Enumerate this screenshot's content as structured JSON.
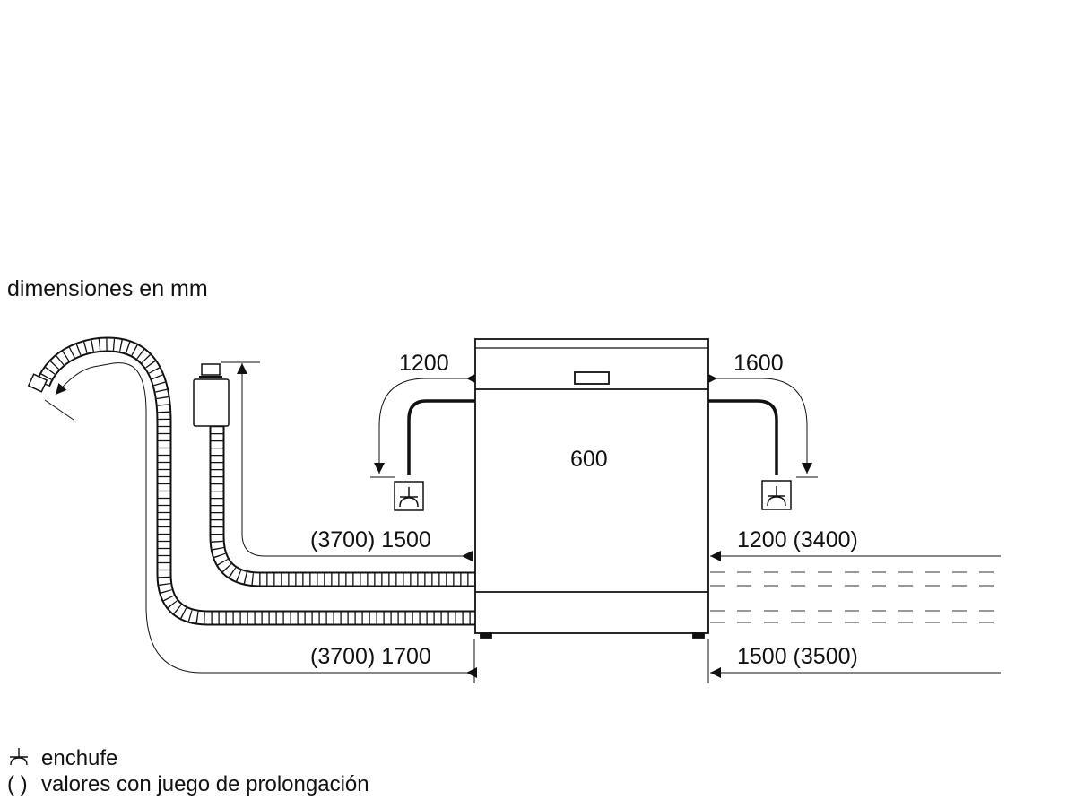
{
  "title": "dimensiones en mm",
  "dimensions": {
    "left_power_cable": "1200",
    "right_power_cable": "1600",
    "width": "600",
    "inlet_hose_left": "(3700) 1500",
    "drain_hose_left": "(3700) 1700",
    "inlet_hose_right": "1200 (3400)",
    "drain_hose_right": "1500 (3500)"
  },
  "legend": {
    "socket_symbol": "⊥",
    "socket_label": "enchufe",
    "parentheses_symbol": "( )",
    "parentheses_label": "valores con juego de prolongación"
  }
}
